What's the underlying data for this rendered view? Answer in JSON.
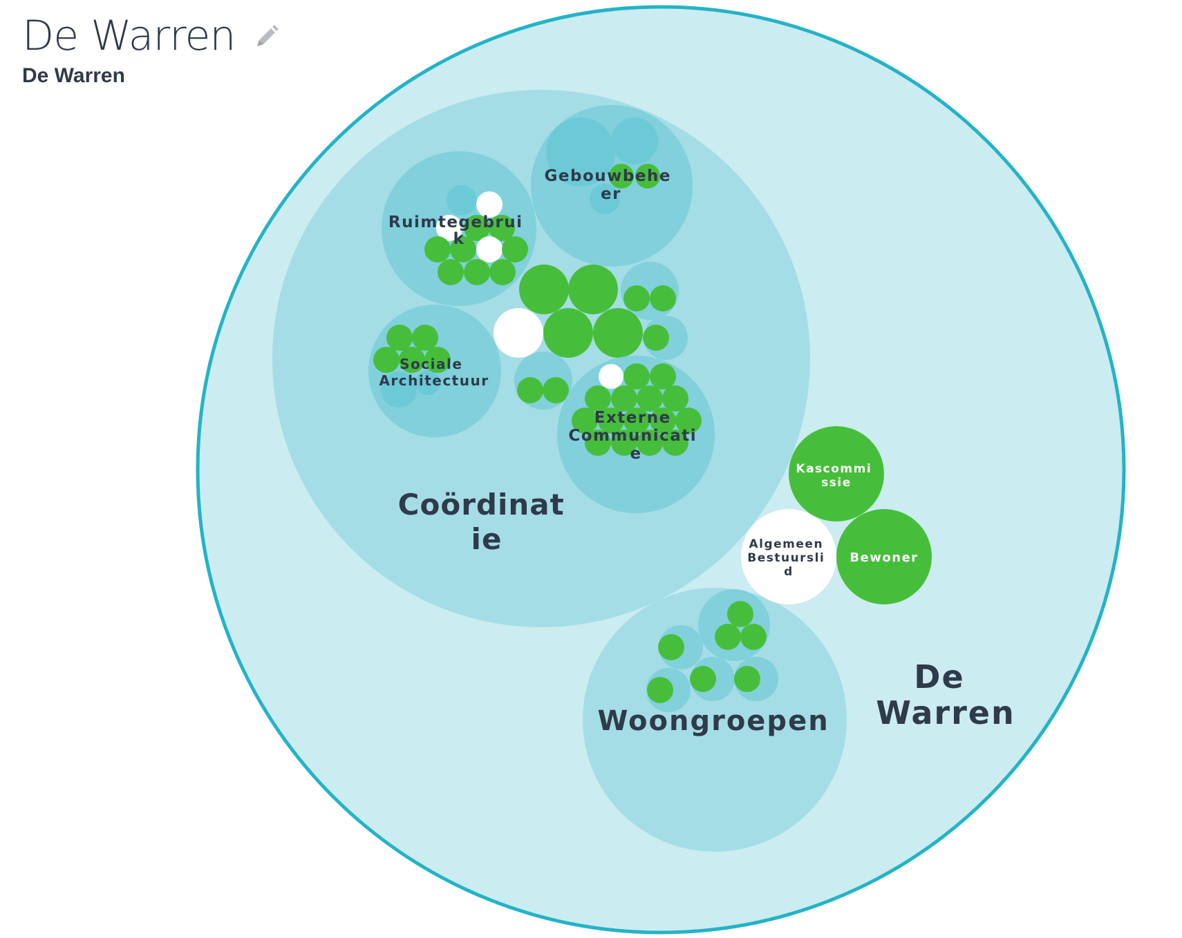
{
  "page": {
    "title": "De Warren",
    "subtitle": "De Warren"
  },
  "icons": {
    "edit": "pencil-icon"
  },
  "colors": {
    "outer_fill": "#cbecf0",
    "outer_stroke": "#24b3c7",
    "group_fill": "#a4dde5",
    "subgroup_fill": "#81d0dc",
    "small_fill": "#6ccad7",
    "role_green": "#47be3b",
    "role_white": "#ffffff",
    "label_dark": "#2f3a4b",
    "label_light": "#ffffff"
  },
  "circles": {
    "root_label_1": "De",
    "root_label_2": "Warren",
    "coordinatie_1": "Coördinat",
    "coordinatie_2": "ie",
    "woongroepen": "Woongroepen",
    "gebouwbeheer_1": "Gebouwbehe",
    "gebouwbeheer_2": "er",
    "ruimtegebruik_1": "Ruimtegebrui",
    "ruimtegebruik_2": "k",
    "sociale_1": "Sociale",
    "sociale_2": "Architectuur",
    "externe_1": "Externe",
    "externe_2": "Communicati",
    "externe_3": "e",
    "kascommissie_1": "Kascommi",
    "kascommissie_2": "ssie",
    "bewoner": "Bewoner",
    "algemeen_1": "Algemeen",
    "algemeen_2": "Bestuursli",
    "algemeen_3": "d"
  }
}
